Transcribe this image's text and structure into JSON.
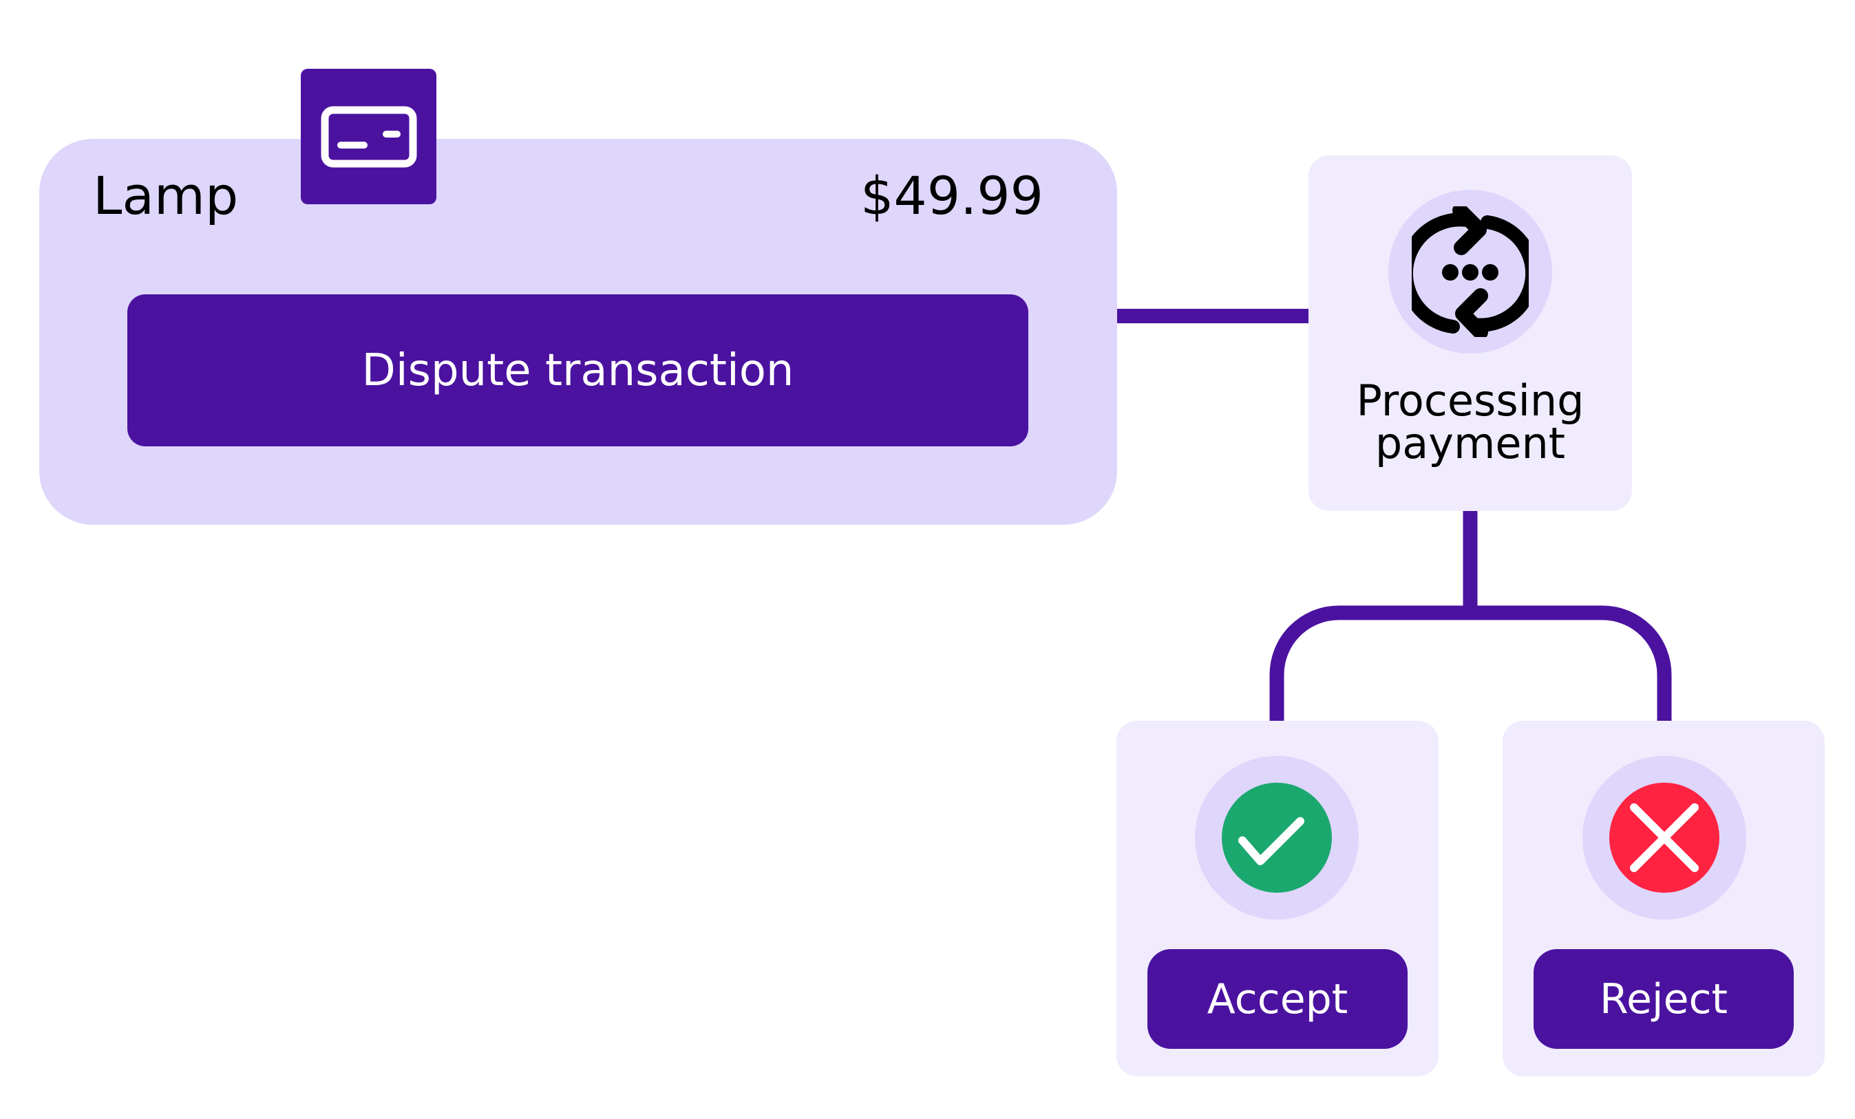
{
  "transaction": {
    "item": "Lamp",
    "price": "$49.99",
    "icon": "credit-card-icon"
  },
  "dispute_button": "Dispute transaction",
  "processing": {
    "label": "Processing payment",
    "icon": "sync-chat-icon"
  },
  "accept": {
    "label": "Accept",
    "icon": "check-icon",
    "color": "#1ba86f"
  },
  "reject": {
    "label": "Reject",
    "icon": "x-icon",
    "color": "#ff2342"
  },
  "colors": {
    "primary": "#4b12a0",
    "card": "#dfd6fb",
    "box": "#f0ecfe"
  }
}
